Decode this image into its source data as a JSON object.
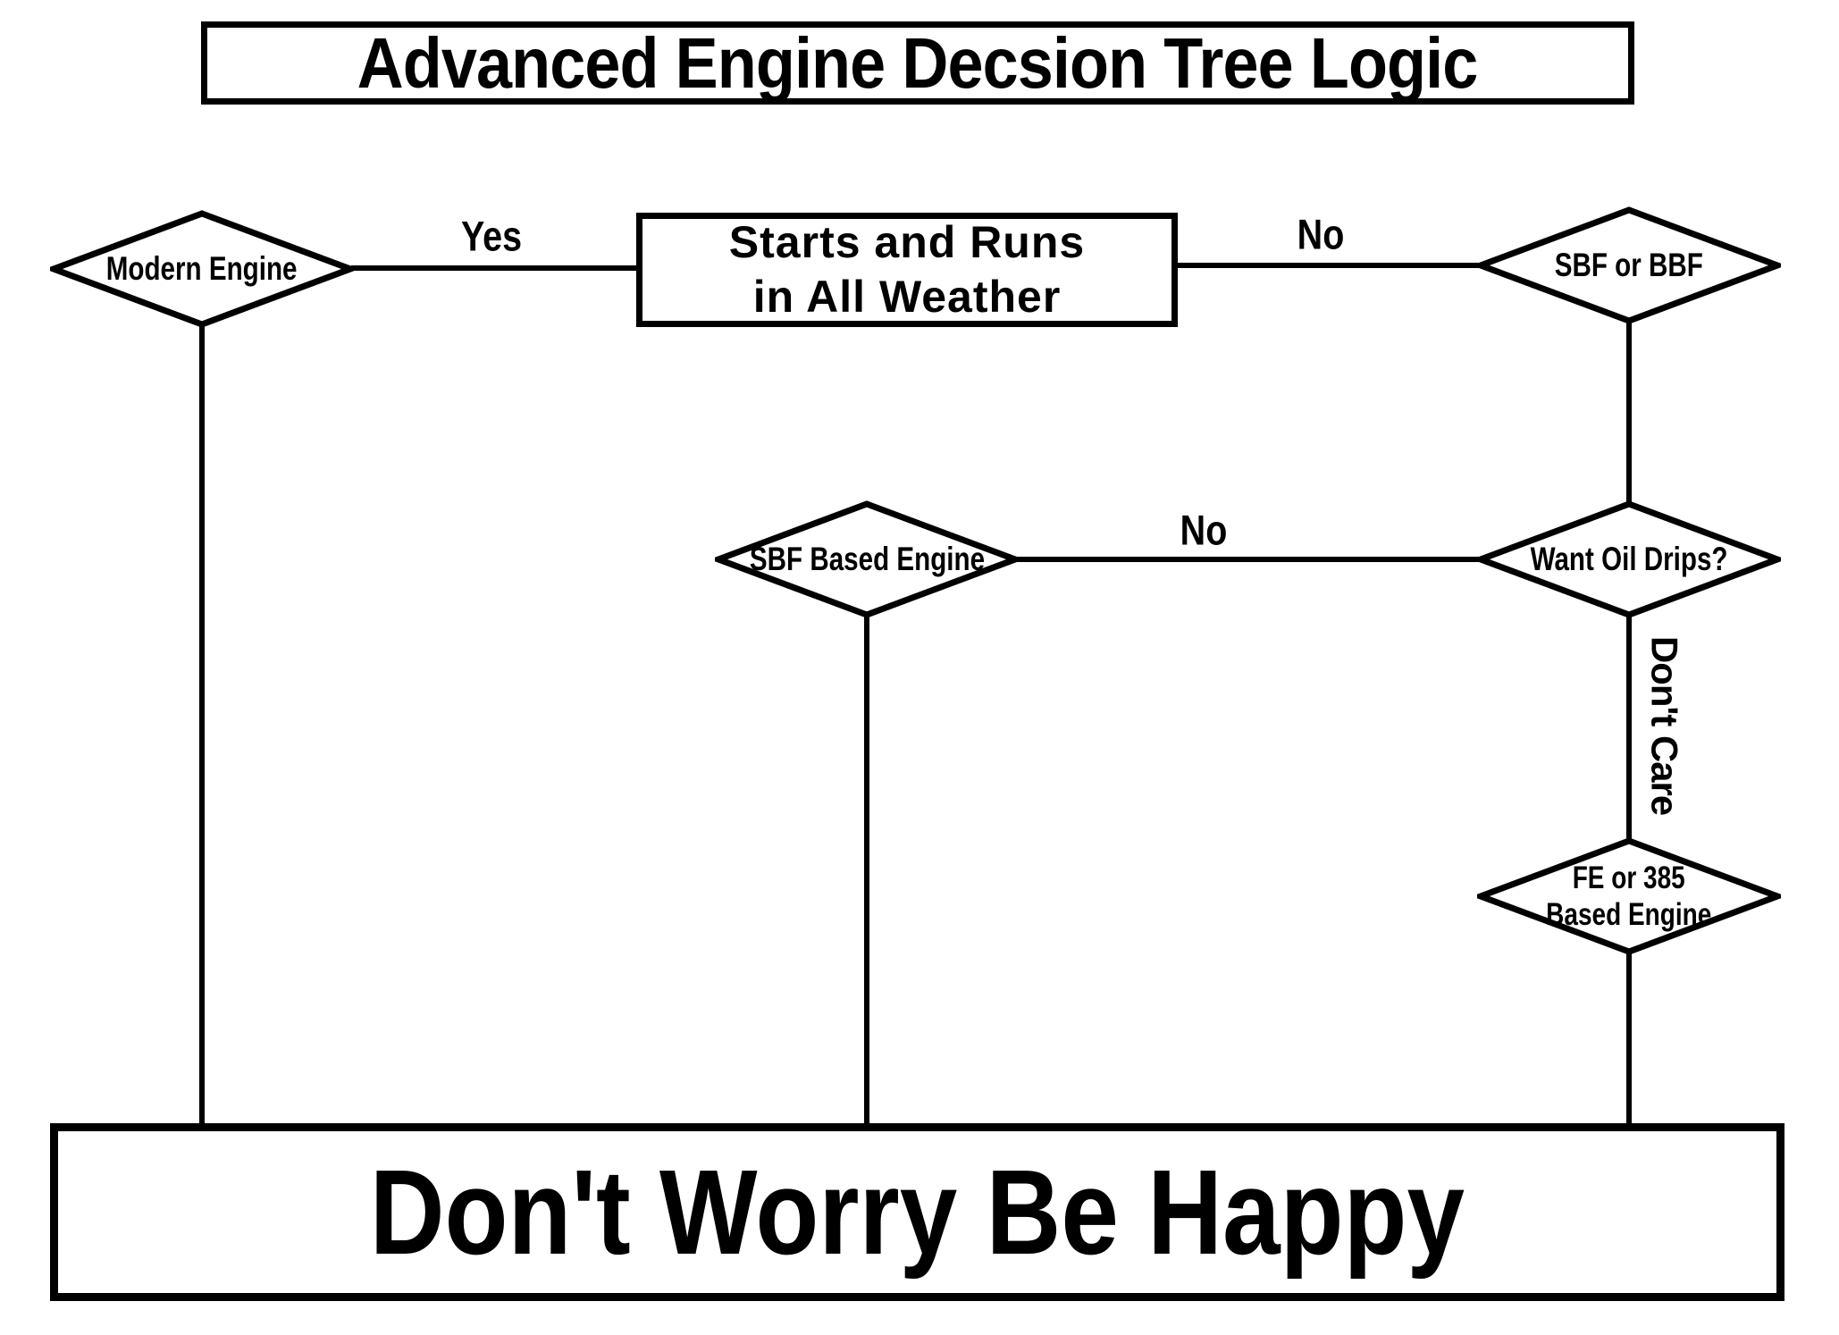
{
  "title": {
    "text": "Advanced Engine Decsion Tree Logic"
  },
  "nodes": {
    "modern_engine": {
      "label": "Modern Engine",
      "shape": "diamond"
    },
    "starts_and_runs": {
      "line1": "Starts and Runs",
      "line2": "in All Weather",
      "shape": "rectangle"
    },
    "sbf_or_bbf": {
      "label": "SBF or BBF",
      "shape": "diamond"
    },
    "sbf_based_engine": {
      "label": "SBF Based Engine",
      "shape": "diamond"
    },
    "want_oil_drips": {
      "label": "Want Oil Drips?",
      "shape": "diamond"
    },
    "fe_or_385": {
      "line1": "FE or 385",
      "line2": "Based Engine",
      "shape": "diamond"
    },
    "dont_worry": {
      "label": "Don't Worry Be Happy",
      "shape": "rectangle"
    }
  },
  "edge_labels": {
    "modern_to_starts": "Yes",
    "starts_to_sbf_or_bbf": "No",
    "sbf_based_to_want_oil": "No",
    "want_oil_to_fe": "Don't Care"
  },
  "colors": {
    "stroke": "#000000",
    "background": "#ffffff",
    "text": "#000000"
  }
}
